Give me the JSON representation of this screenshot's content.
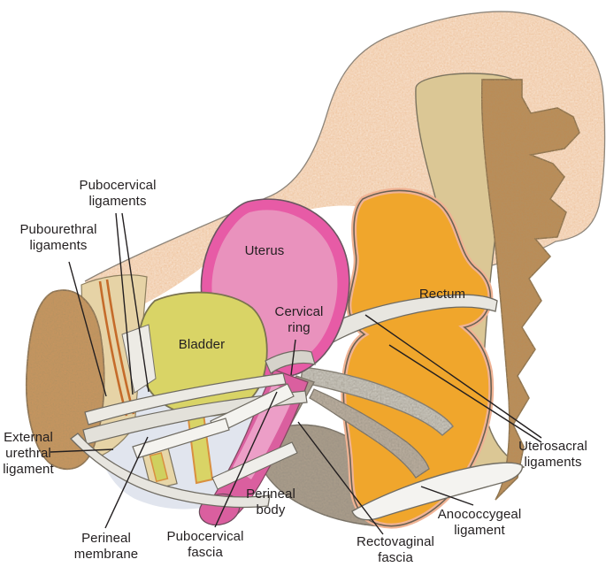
{
  "figure": {
    "type": "anatomical-diagram",
    "subject": "female pelvic floor ligaments and fascia, sagittal view"
  },
  "labels": {
    "pubocervical_ligaments": "Pubocervical\nligaments",
    "pubourethral_ligaments": "Pubourethral\nligaments",
    "uterus": "Uterus",
    "cervical_ring": "Cervical\nring",
    "bladder": "Bladder",
    "rectum": "Rectum",
    "external_urethral_ligament": "External\nurethral\nligament",
    "perineal_membrane": "Perineal\nmembrane",
    "pubocervical_fascia": "Pubocervical\nfascia",
    "perineal_body": "Perineal\nbody",
    "rectovaginal_fascia": "Rectovaginal\nfascia",
    "anococcygeal_ligament": "Anococcygeal\nligament",
    "uterosacral_ligaments": "Uterosacral\nligaments"
  },
  "colors": {
    "pelvis_fill": "#fbf0e2",
    "uterus_rim": "#e75ba6",
    "uterus_fill": "#e992bd",
    "bladder_fill": "#d9d466",
    "rectum_fill": "#f0a62c",
    "rectum_rim": "#f2b79c",
    "vagina_fill": "#da5f9f",
    "vagina_highlight": "#ec9ec7",
    "pubic_bone": "#d2995e",
    "sacrum_tan": "#dbc795",
    "nerve_brown": "#bf8950",
    "fascia_gray": "#eceae4",
    "membrane_blue": "#e1e5ee",
    "perineal_body_fill": "#b3a38f",
    "leader_line": "#231f20"
  }
}
